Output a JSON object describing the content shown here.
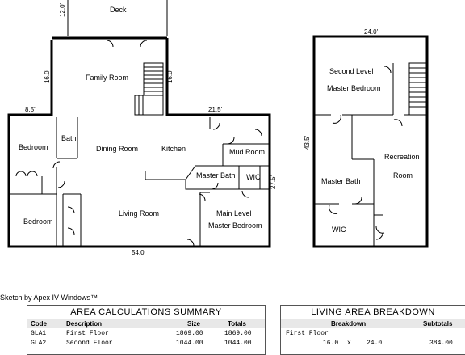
{
  "floorplan": {
    "first_floor": {
      "rooms": [
        "Deck",
        "Family Room",
        "Bath",
        "Bedroom",
        "Dining Room",
        "Kitchen",
        "Mud Room",
        "Master Bath",
        "WIC",
        "Bedroom",
        "Living Room",
        "Main Level",
        "Master Bedroom"
      ],
      "dimensions": [
        "12.0'",
        "16.0'",
        "16.0'",
        "8.5'",
        "21.5'",
        "27.5'",
        "54.0'"
      ]
    },
    "second_floor": {
      "rooms": [
        "Second Level",
        "Master Bedroom",
        "Recreation",
        "Room",
        "Master Bath",
        "WIC"
      ],
      "dimensions": [
        "24.0'",
        "43.5'"
      ]
    }
  },
  "software_credit": "Sketch by Apex IV Windows™",
  "area_summary": {
    "title": "AREA CALCULATIONS SUMMARY",
    "headers": {
      "code": "Code",
      "description": "Description",
      "size": "Size",
      "totals": "Totals"
    },
    "rows": [
      {
        "code": "GLA1",
        "description": "First Floor",
        "size": "1869.00",
        "total": "1869.00"
      },
      {
        "code": "GLA2",
        "description": "Second Floor",
        "size": "1044.00",
        "total": "1044.00"
      }
    ]
  },
  "living_area": {
    "title": "LIVING AREA BREAKDOWN",
    "headers": {
      "breakdown": "Breakdown",
      "subtotals": "Subtotals"
    },
    "section": "First Floor",
    "row": {
      "a": "16.0",
      "op": "x",
      "b": "24.0",
      "subtotal": "384.00"
    }
  }
}
